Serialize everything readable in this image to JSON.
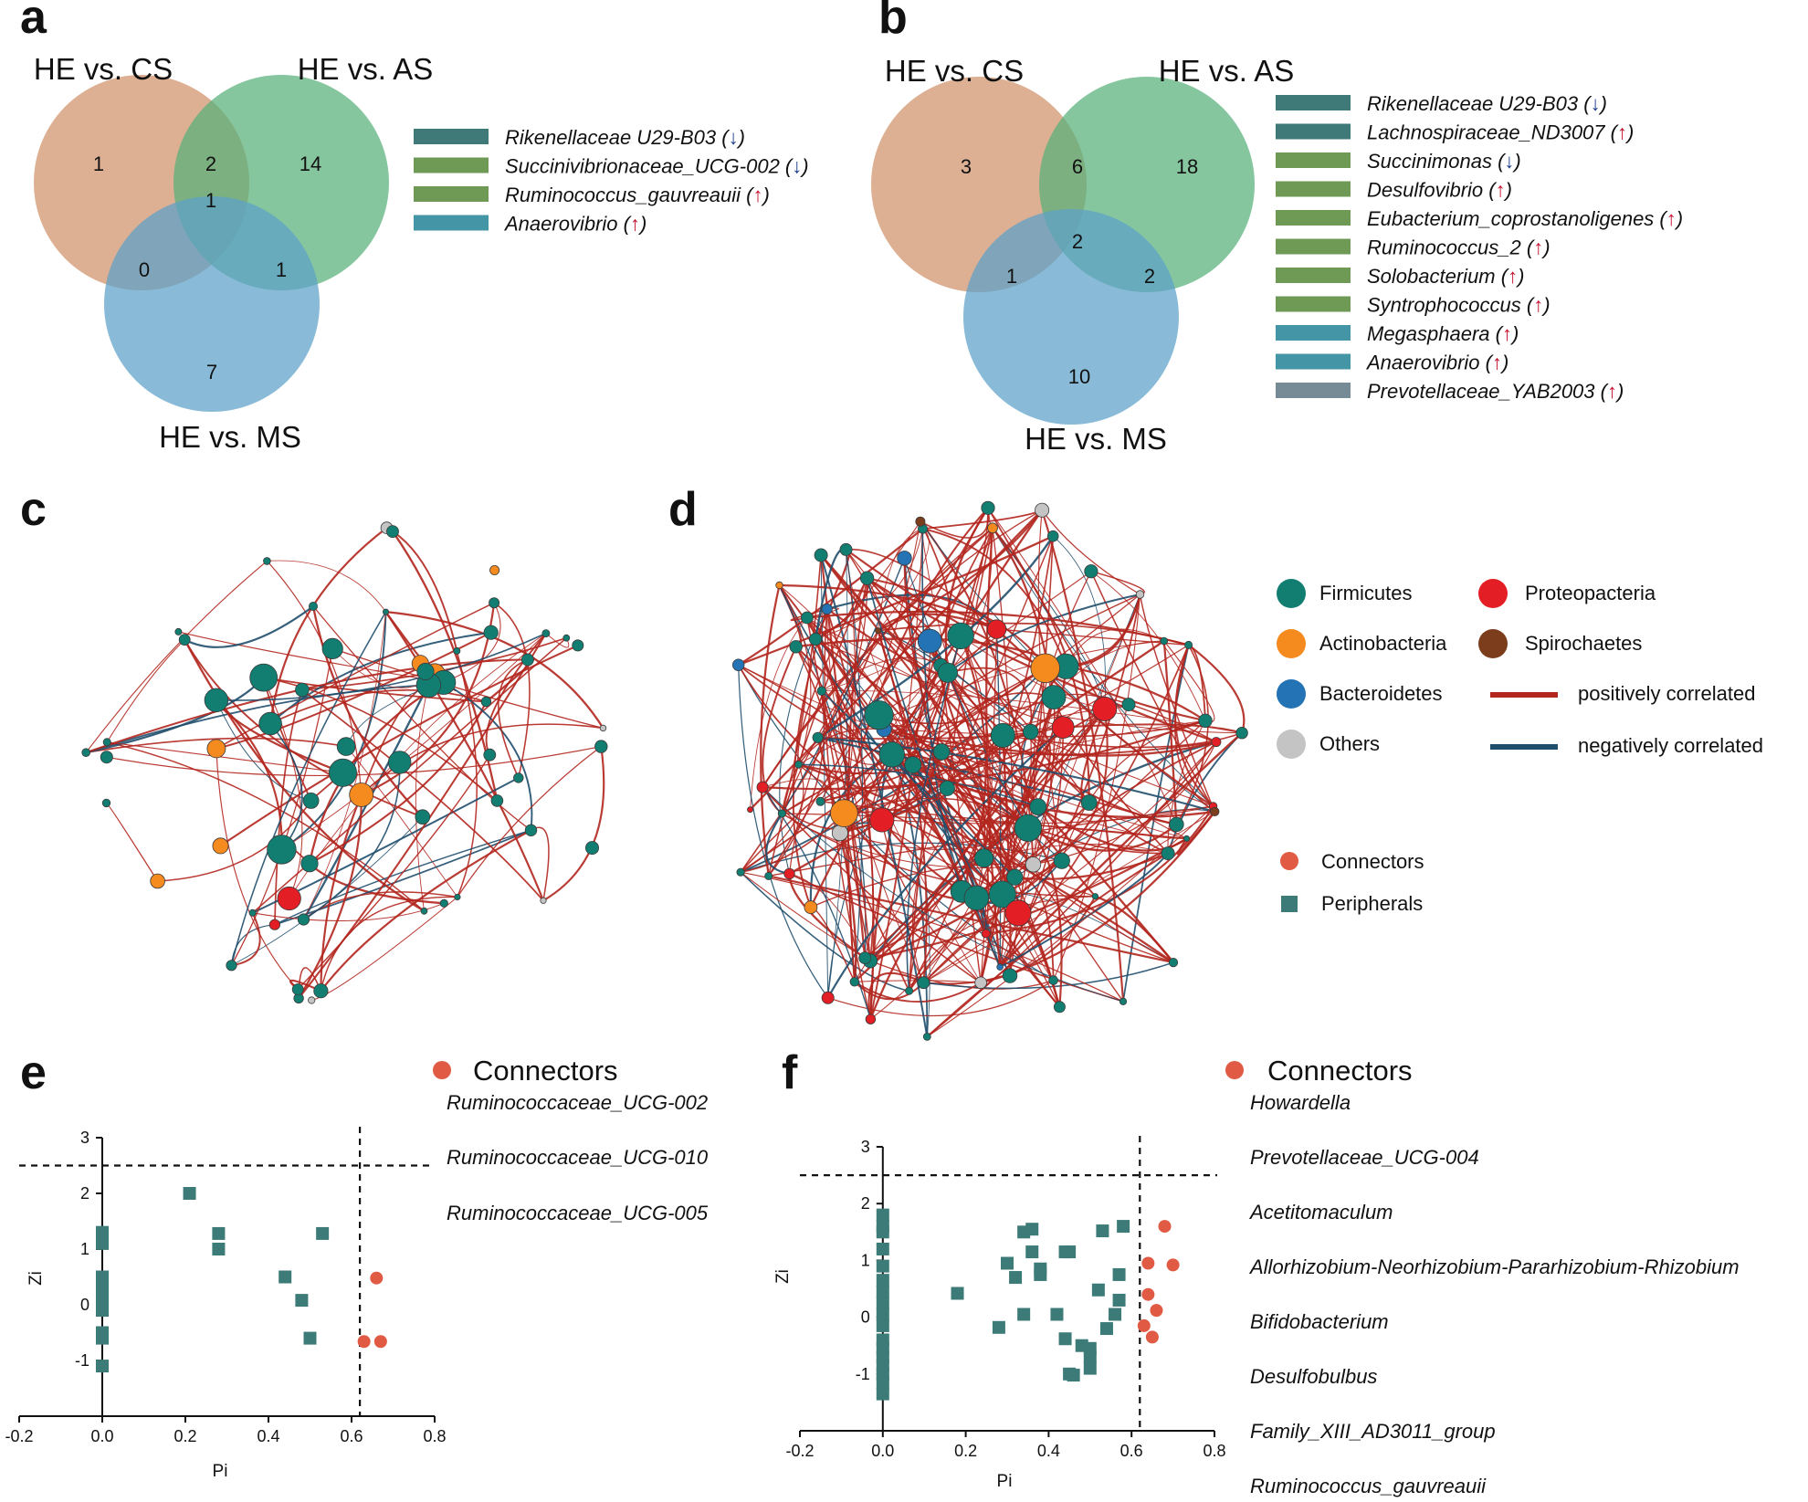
{
  "colors": {
    "venn_cs": "#d49a74",
    "venn_as": "#58b07a",
    "venn_ms": "#5ca1c9",
    "firmicutes": "#127e72",
    "actinobacteria": "#f58a1f",
    "bacteroidetes": "#2474b5",
    "others": "#c4c4c4",
    "proteobacteria": "#e31e24",
    "spirochaetes": "#7b3d1c",
    "positive": "#b3261e",
    "negative": "#1f4e6b",
    "connectors": "#e05a44",
    "peripherals": "#3d7b78",
    "arrow_up": "#c8102e",
    "arrow_down": "#1a3a8a"
  },
  "panels": {
    "a": "a",
    "b": "b",
    "c": "c",
    "d": "d",
    "e": "e",
    "f": "f"
  },
  "venn_a": {
    "titles": {
      "cs": "HE vs. CS",
      "as": "HE vs. AS",
      "ms": "HE vs. MS"
    },
    "counts": {
      "cs_only": "1",
      "cs_as": "2",
      "as_only": "14",
      "all": "1",
      "cs_ms": "0",
      "as_ms": "1",
      "ms_only": "7"
    },
    "taxa": [
      {
        "name": "Rikenellaceae U29-B03",
        "arrow": "↓",
        "dir": "down",
        "color": "#3f7a78"
      },
      {
        "name": "Succinivibrionaceae_UCG-002",
        "arrow": "↓",
        "dir": "down",
        "color": "#6f9a55"
      },
      {
        "name": "Ruminococcus_gauvreauii",
        "arrow": "↑",
        "dir": "up",
        "color": "#6f9a55"
      },
      {
        "name": "Anaerovibrio",
        "arrow": "↑",
        "dir": "up",
        "color": "#4496a6"
      }
    ]
  },
  "venn_b": {
    "titles": {
      "cs": "HE vs. CS",
      "as": "HE vs. AS",
      "ms": "HE vs. MS"
    },
    "counts": {
      "cs_only": "3",
      "cs_as": "6",
      "as_only": "18",
      "all": "2",
      "cs_ms": "1",
      "as_ms": "2",
      "ms_only": "10"
    },
    "taxa": [
      {
        "name": "Rikenellaceae U29-B03",
        "arrow": "↓",
        "dir": "down",
        "color": "#3f7a78"
      },
      {
        "name": "Lachnospiraceae_ND3007",
        "arrow": "↑",
        "dir": "up",
        "color": "#3f7a78"
      },
      {
        "name": "Succinimonas",
        "arrow": "↓",
        "dir": "down",
        "color": "#6f9a55"
      },
      {
        "name": "Desulfovibrio",
        "arrow": "↑",
        "dir": "up",
        "color": "#6f9a55"
      },
      {
        "name": "Eubacterium_coprostanoligenes",
        "arrow": "↑",
        "dir": "up",
        "color": "#6f9a55"
      },
      {
        "name": "Ruminococcus_2",
        "arrow": "↑",
        "dir": "up",
        "color": "#6f9a55"
      },
      {
        "name": "Solobacterium",
        "arrow": "↑",
        "dir": "up",
        "color": "#6f9a55"
      },
      {
        "name": "Syntrophococcus",
        "arrow": "↑",
        "dir": "up",
        "color": "#6f9a55"
      },
      {
        "name": "Megasphaera",
        "arrow": "↑",
        "dir": "up",
        "color": "#4496a6"
      },
      {
        "name": "Anaerovibrio",
        "arrow": "↑",
        "dir": "up",
        "color": "#4496a6"
      },
      {
        "name": "Prevotellaceae_YAB2003",
        "arrow": "↑",
        "dir": "up",
        "color": "#778b96"
      }
    ]
  },
  "network_legend": {
    "firmicutes": "Firmicutes",
    "proteobacteria": "Proteopacteria",
    "actinobacteria": "Actinobacteria",
    "spirochaetes": "Spirochaetes",
    "bacteroidetes": "Bacteroidetes",
    "positive": "positively correlated",
    "others": "Others",
    "negative": "negatively correlated",
    "connectors": "Connectors",
    "peripherals": "Peripherals"
  },
  "chart_data": [
    {
      "panel": "e",
      "type": "scatter",
      "xlabel": "Pi",
      "ylabel": "Zi",
      "xlim": [
        -0.2,
        0.8
      ],
      "ylim": [
        -2,
        3
      ],
      "xticks": [
        "-0.2",
        "0.0",
        "0.2",
        "0.4",
        "0.6",
        "0.8"
      ],
      "yticks": [
        "-1",
        "0",
        "1",
        "2",
        "3"
      ],
      "thresholds": {
        "x": 0.62,
        "y": 2.5
      },
      "legend_title": "Connectors",
      "connector_names": [
        "Ruminococcaceae_UCG-002",
        "Ruminococcaceae_UCG-010",
        "Ruminococcaceae_UCG-005"
      ],
      "series": [
        {
          "name": "Peripherals",
          "marker": "square",
          "points": [
            [
              0,
              1.3
            ],
            [
              0,
              1.2
            ],
            [
              0,
              1.1
            ],
            [
              0,
              0.5
            ],
            [
              0,
              0.3
            ],
            [
              0,
              0.1
            ],
            [
              0,
              -0.1
            ],
            [
              0,
              -0.5
            ],
            [
              0,
              -0.6
            ],
            [
              0,
              -1.1
            ],
            [
              0.21,
              2.0
            ],
            [
              0.28,
              1.28
            ],
            [
              0.28,
              1.0
            ],
            [
              0.44,
              0.5
            ],
            [
              0.48,
              0.08
            ],
            [
              0.5,
              -0.6
            ],
            [
              0.53,
              1.28
            ]
          ]
        },
        {
          "name": "Connectors",
          "marker": "circle",
          "points": [
            [
              0.63,
              -0.66
            ],
            [
              0.66,
              0.48
            ],
            [
              0.67,
              -0.66
            ]
          ]
        }
      ]
    },
    {
      "panel": "f",
      "type": "scatter",
      "xlabel": "Pi",
      "ylabel": "Zi",
      "xlim": [
        -0.2,
        0.8
      ],
      "ylim": [
        -2,
        3
      ],
      "xticks": [
        "-0.2",
        "0.0",
        "0.2",
        "0.4",
        "0.6",
        "0.8"
      ],
      "yticks": [
        "-1",
        "0",
        "1",
        "2",
        "3"
      ],
      "thresholds": {
        "x": 0.62,
        "y": 2.5
      },
      "legend_title": "Connectors",
      "connector_names": [
        "Howardella",
        "Prevotellaceae_UCG-004",
        "Acetitomaculum",
        "Allorhizobium-Neorhizobium-Pararhizobium-Rhizobium",
        "Bifidobacterium",
        "Desulfobulbus",
        "Family_XIII_AD3011_group",
        "Ruminococcus_gauvreauii"
      ],
      "series": [
        {
          "name": "Peripherals",
          "marker": "square",
          "points": [
            [
              0,
              1.8
            ],
            [
              0,
              1.6
            ],
            [
              0,
              1.5
            ],
            [
              0,
              1.2
            ],
            [
              0,
              0.9
            ],
            [
              0,
              0.65
            ],
            [
              0,
              0.45
            ],
            [
              0,
              0.25
            ],
            [
              0,
              0.05
            ],
            [
              0,
              -0.15
            ],
            [
              0,
              -0.4
            ],
            [
              0,
              -0.55
            ],
            [
              0,
              -0.7
            ],
            [
              0,
              -0.85
            ],
            [
              0,
              -1.0
            ],
            [
              0,
              -1.15
            ],
            [
              0,
              -1.35
            ],
            [
              0.18,
              0.42
            ],
            [
              0.28,
              -0.18
            ],
            [
              0.3,
              0.95
            ],
            [
              0.32,
              0.7
            ],
            [
              0.34,
              1.5
            ],
            [
              0.34,
              0.05
            ],
            [
              0.36,
              1.55
            ],
            [
              0.36,
              1.15
            ],
            [
              0.38,
              0.85
            ],
            [
              0.38,
              0.75
            ],
            [
              0.42,
              0.05
            ],
            [
              0.44,
              1.15
            ],
            [
              0.44,
              -0.38
            ],
            [
              0.45,
              1.15
            ],
            [
              0.45,
              -1.0
            ],
            [
              0.46,
              -1.02
            ],
            [
              0.48,
              -0.5
            ],
            [
              0.5,
              -0.9
            ],
            [
              0.5,
              -0.7
            ],
            [
              0.5,
              -0.55
            ],
            [
              0.52,
              0.48
            ],
            [
              0.53,
              1.52
            ],
            [
              0.54,
              -0.2
            ],
            [
              0.56,
              0.05
            ],
            [
              0.57,
              0.3
            ],
            [
              0.57,
              0.75
            ],
            [
              0.58,
              1.6
            ]
          ]
        },
        {
          "name": "Connectors",
          "marker": "circle",
          "points": [
            [
              0.63,
              -0.15
            ],
            [
              0.64,
              0.95
            ],
            [
              0.64,
              0.4
            ],
            [
              0.65,
              -0.35
            ],
            [
              0.66,
              0.12
            ],
            [
              0.68,
              1.6
            ],
            [
              0.7,
              0.92
            ]
          ]
        }
      ]
    }
  ]
}
